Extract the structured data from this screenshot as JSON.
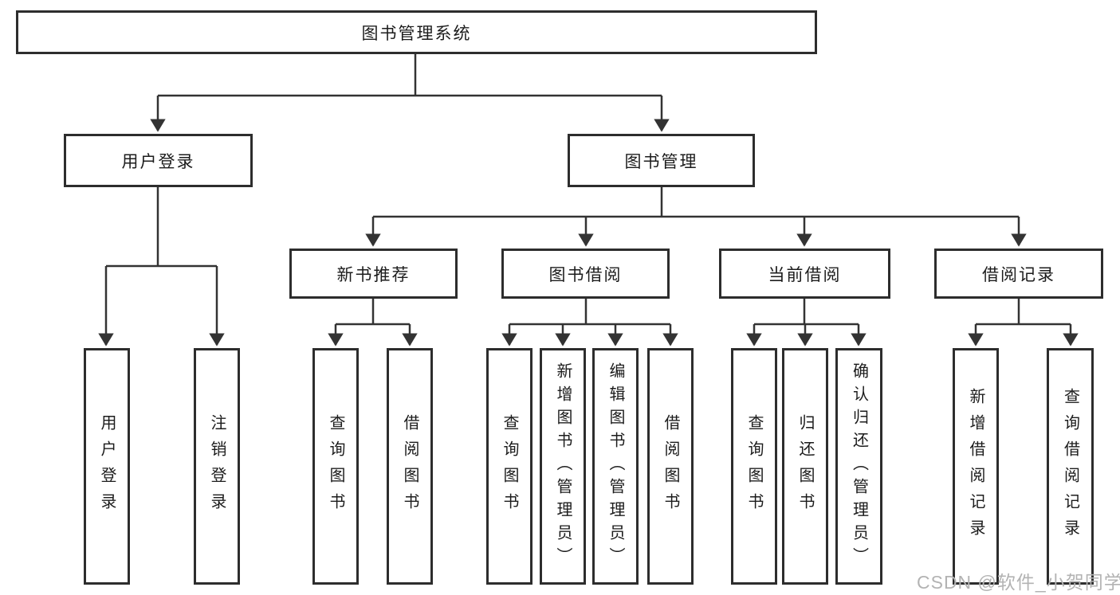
{
  "diagram": {
    "root": {
      "label": "图书管理系统",
      "children": [
        {
          "label": "用户登录",
          "children": [
            {
              "label": "用户登录"
            },
            {
              "label": "注销登录"
            }
          ]
        },
        {
          "label": "图书管理",
          "children": [
            {
              "label": "新书推荐",
              "children": [
                {
                  "label": "查询图书"
                },
                {
                  "label": "借阅图书"
                }
              ]
            },
            {
              "label": "图书借阅",
              "children": [
                {
                  "label": "查询图书"
                },
                {
                  "label": "新增图书（管理员）"
                },
                {
                  "label": "编辑图书（管理员）"
                },
                {
                  "label": "借阅图书"
                }
              ]
            },
            {
              "label": "当前借阅",
              "children": [
                {
                  "label": "查询图书"
                },
                {
                  "label": "归还图书"
                },
                {
                  "label": "确认归还（管理员）"
                }
              ]
            },
            {
              "label": "借阅记录",
              "children": [
                {
                  "label": "新增借阅记录"
                },
                {
                  "label": "查询借阅记录"
                }
              ]
            }
          ]
        }
      ]
    }
  },
  "watermark": "CSDN @软件_小贺同学",
  "colors": {
    "line": "#333333",
    "box_border": "#2d2d2d",
    "text": "#1c1c1c",
    "watermark": "#b3b3b3"
  }
}
